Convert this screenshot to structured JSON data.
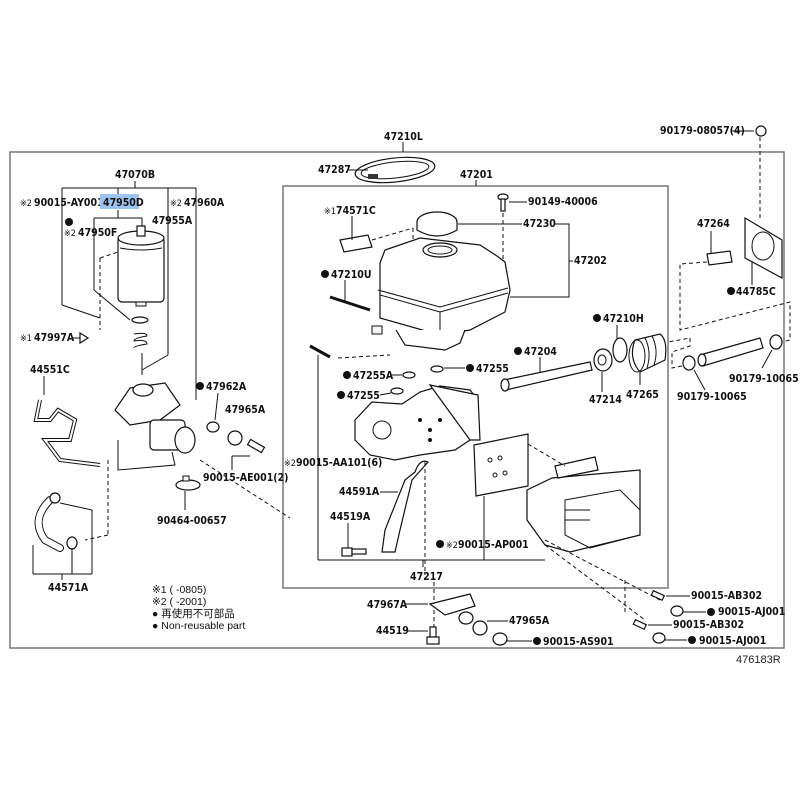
{
  "diagram": {
    "reference_code": "476183R",
    "accent_highlight": "#9cc3f0",
    "labels": {
      "p47210L": "47210L",
      "p47287": "47287",
      "p47201": "47201",
      "p90149_40006": "90149-40006",
      "p74571C": "74571C",
      "p74571C_mark": "※1",
      "p47230": "47230",
      "p47202": "47202",
      "p47210U": "47210U",
      "p47210H": "47210H",
      "p47204": "47204",
      "p47255A": "47255A",
      "p47255_right": "47255",
      "p47255_left": "47255",
      "p47214": "47214",
      "p47265": "47265",
      "p90015_AA101": "90015-AA101(6)",
      "p90015_AA101_mark": "※2",
      "p44591A": "44591A",
      "p44519A": "44519A",
      "p90015_AP001": "90015-AP001",
      "p90015_AP001_mark": "※2",
      "p47217": "47217",
      "p47070B": "47070B",
      "p90015_AY001": "90015-AY001",
      "p90015_AY001_mark": "※2",
      "p47950D": "47950D",
      "p47960A": "47960A",
      "p47960A_mark": "※2",
      "p47955A": "47955A",
      "p47950F": "47950F",
      "p47950F_mark": "※2",
      "p47997A": "47997A",
      "p47997A_mark": "※1",
      "p44551C": "44551C",
      "p47962A": "47962A",
      "p47965A_upper": "47965A",
      "p90015_AE001": "90015-AE001(2)",
      "p90464_00657": "90464-00657",
      "p44571A": "44571A",
      "p90179_08057": "90179-08057(4)",
      "p47264": "47264",
      "p44785C": "44785C",
      "p90179_10065_right": "90179-10065",
      "p90179_10065_left": "90179-10065",
      "p47967A": "47967A",
      "p44519": "44519",
      "p47965A_lower": "47965A",
      "p90015_AS901": "90015-AS901",
      "p90015_AB302_a": "90015-AB302",
      "p90015_AJ001_a": "90015-AJ001",
      "p90015_AB302_b": "90015-AB302",
      "p90015_AJ001_b": "90015-AJ001"
    },
    "legend": {
      "note1": "※1 (      -0805)",
      "note2": "※2 (      -2001)",
      "nonreusable_ja": "● 再使用不可部品",
      "nonreusable_en": "● Non-reusable part"
    }
  }
}
